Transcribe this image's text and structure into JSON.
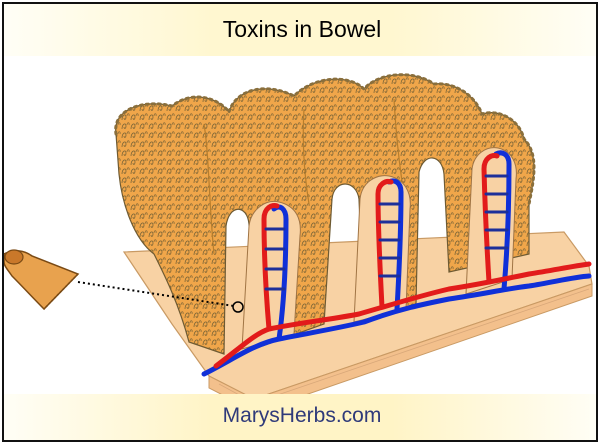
{
  "title": "Toxins in Bowel",
  "footer": "MarysHerbs.com",
  "colors": {
    "villus_fill": "#f0a64a",
    "villus_outline": "#6e5a32",
    "tissue": "#f8d2a4",
    "tissue_edge": "#d4a574",
    "artery": "#e21b1b",
    "vein": "#1030d8",
    "footer_text": "#2f3a7a"
  },
  "icons": {
    "funnel": "magnifier-funnel-icon",
    "pointer": "dotted-pointer-line"
  }
}
